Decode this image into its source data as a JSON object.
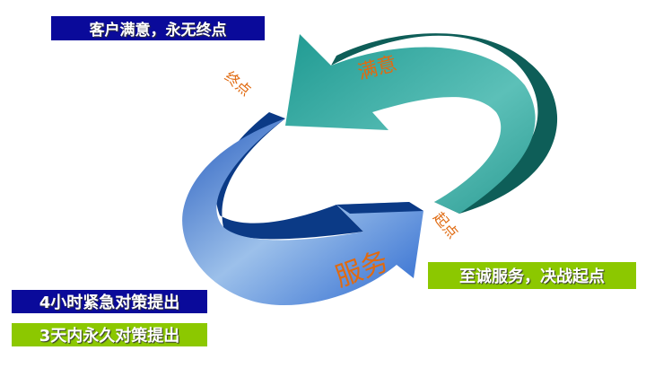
{
  "title_box": "客户满意，永无终点",
  "start_box": "至诚服务，决战起点",
  "policy_items": [
    "4小时紧急对策提出",
    "3天内永久对策提出"
  ],
  "cycle_labels": {
    "satisfaction": "满意",
    "service": "服务",
    "end_point": "终点",
    "start_point": "起点"
  },
  "colors": {
    "navy": "#0a0a9a",
    "lime": "#8cc800",
    "teal": "#3aa8a0",
    "blue": "#5a8fd8",
    "label_orange": "#e06a10"
  }
}
